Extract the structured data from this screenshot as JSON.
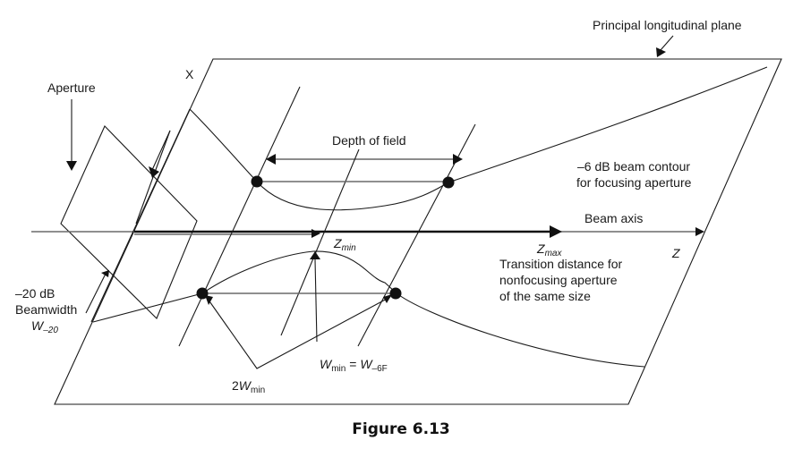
{
  "figure": {
    "caption": "Figure 6.13",
    "labels": {
      "plane": "Principal longitudinal plane",
      "x_axis": "X",
      "aperture": "Aperture",
      "depth_of_field": "Depth of field",
      "contour_line1": "–6 dB beam contour",
      "contour_line2": "for focusing aperture",
      "beam_axis": "Beam axis",
      "z_min_main": "Z",
      "z_min_sub": "min",
      "z_max_main": "Z",
      "z_max_sub": "max",
      "z_axis": "Z",
      "transition_line1": "Transition distance for",
      "transition_line2": "nonfocusing aperture",
      "transition_line3": "of the same size",
      "beamwidth_line1": "–20 dB",
      "beamwidth_line2": "Beamwidth",
      "w20_main": "W",
      "w20_sub": "–20",
      "wmin_main": "W",
      "wmin_sub": "min",
      "wmin_eq": " = ",
      "w6f_main": "W",
      "w6f_sub": "–6F",
      "two_wmin_prefix": "2",
      "two_wmin_main": "W",
      "two_wmin_sub": "min"
    }
  }
}
